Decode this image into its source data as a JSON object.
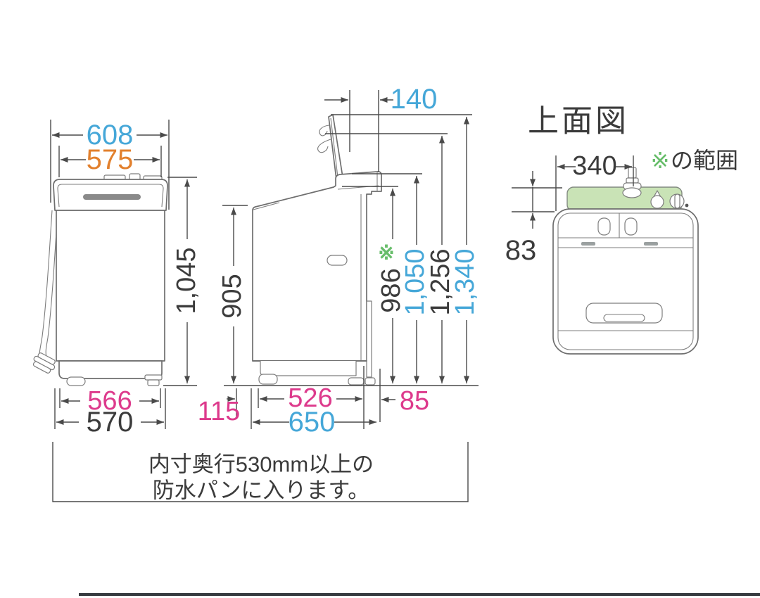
{
  "colors": {
    "blue": "#45a7d8",
    "orange": "#e2802d",
    "pink": "#dd3a8c",
    "dark": "#3b3b3b",
    "green": "#67bd6a",
    "panel_green": "#c9e3b6"
  },
  "views": {
    "front": {
      "dims": {
        "outer_width": {
          "value": "608",
          "color": "#45a7d8"
        },
        "body_width": {
          "value": "575",
          "color": "#e2802d"
        },
        "height": {
          "value": "1,045",
          "color": "#3b3b3b"
        },
        "feet_span": {
          "value": "566",
          "color": "#dd3a8c"
        },
        "base_width": {
          "value": "570",
          "color": "#3b3b3b"
        }
      }
    },
    "side": {
      "dims": {
        "lid_rear_offset": {
          "value": "140",
          "color": "#45a7d8"
        },
        "body_height": {
          "value": "905",
          "color": "#3b3b3b"
        },
        "panel_top_height": {
          "value": "986",
          "color": "#3b3b3b",
          "mark": "※",
          "mark_color": "#67bd6a"
        },
        "lid_height_a": {
          "value": "1,050",
          "color": "#45a7d8"
        },
        "lid_height_b": {
          "value": "1,256",
          "color": "#3b3b3b"
        },
        "max_height": {
          "value": "1,340",
          "color": "#45a7d8"
        },
        "front_overhang": {
          "value": "115",
          "color": "#dd3a8c"
        },
        "foot_depth": {
          "value": "526",
          "color": "#dd3a8c"
        },
        "rear_clearance": {
          "value": "85",
          "color": "#dd3a8c"
        },
        "total_depth": {
          "value": "650",
          "color": "#45a7d8"
        }
      }
    },
    "top": {
      "title": {
        "text": "上面図",
        "color": "#3b3b3b"
      },
      "dims": {
        "inlet_offset": {
          "value": "340",
          "color": "#3b3b3b"
        },
        "rear_panel_depth": {
          "value": "83",
          "color": "#3b3b3b"
        }
      },
      "range_legend": {
        "mark": "※",
        "mark_color": "#67bd6a",
        "label": "の範囲",
        "color": "#3b3b3b"
      }
    }
  },
  "note": {
    "line1": "内寸奥行530mm以上の",
    "line2": "防水パンに入ります。",
    "color": "#3b3b3b"
  }
}
